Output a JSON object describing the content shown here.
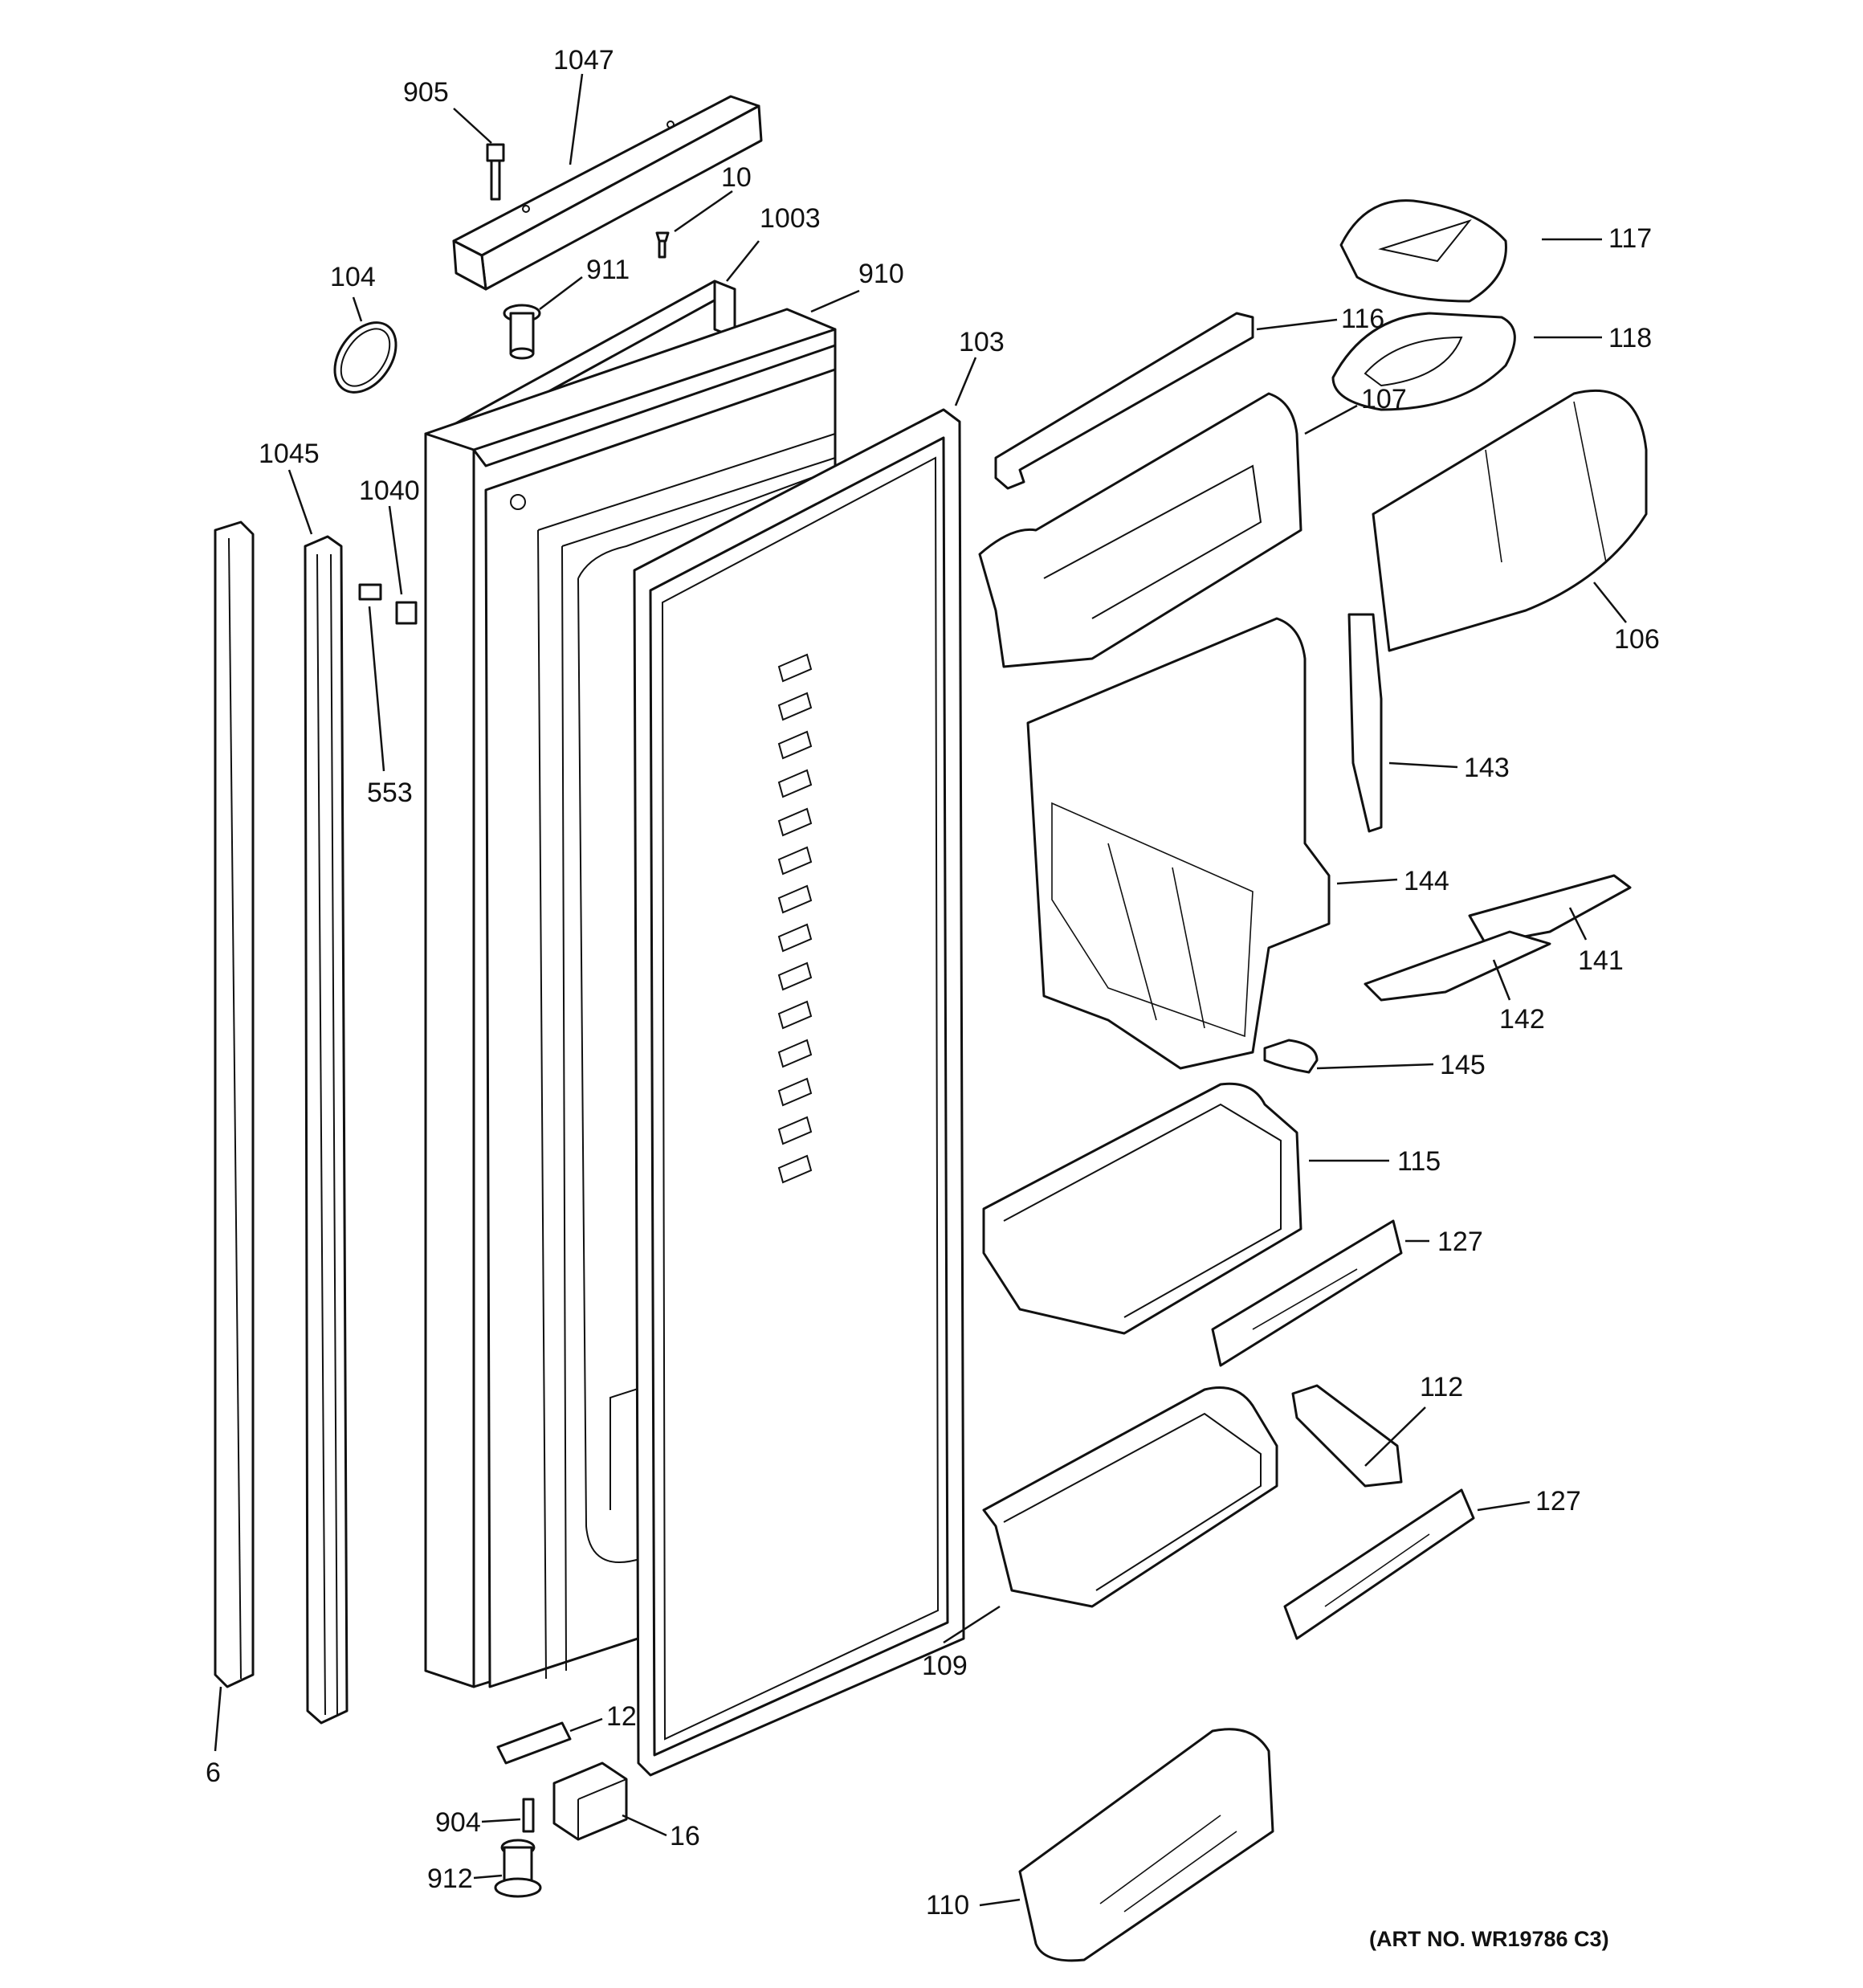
{
  "diagram": {
    "art_number": "(ART NO. WR19786 C3)",
    "callouts": {
      "c905": "905",
      "c1047": "1047",
      "c10": "10",
      "c1003": "1003",
      "c911": "911",
      "c910": "910",
      "c104": "104",
      "c103": "103",
      "c117": "117",
      "c116": "116",
      "c118": "118",
      "c107": "107",
      "c1045": "1045",
      "c1040": "1040",
      "c106": "106",
      "c553": "553",
      "c143": "143",
      "c144": "144",
      "c141": "141",
      "c142": "142",
      "c145": "145",
      "c115": "115",
      "c127a": "127",
      "c112": "112",
      "c127b": "127",
      "c109": "109",
      "c12": "12",
      "c6": "6",
      "c904": "904",
      "c16": "16",
      "c912": "912",
      "c110": "110"
    }
  }
}
